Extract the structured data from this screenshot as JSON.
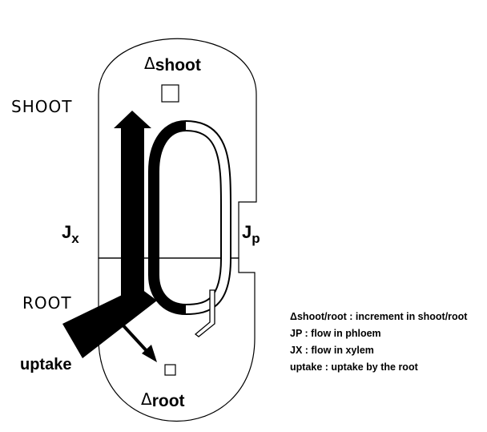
{
  "diagram": {
    "compartments": {
      "shoot_label": "SHOOT",
      "root_label": "ROOT"
    },
    "pools": {
      "shoot": {
        "symbol": "Δ",
        "name": "shoot"
      },
      "root": {
        "symbol": "Δ",
        "name": "root"
      }
    },
    "fluxes": {
      "xylem": {
        "main": "J",
        "sub": "x"
      },
      "phloem": {
        "main": "J",
        "sub": "p"
      },
      "uptake_label": "uptake"
    },
    "legend": [
      "Δshoot/root : increment in shoot/root",
      "JP : flow in phloem",
      "JX : flow in xylem",
      "uptake : uptake by the root"
    ]
  }
}
